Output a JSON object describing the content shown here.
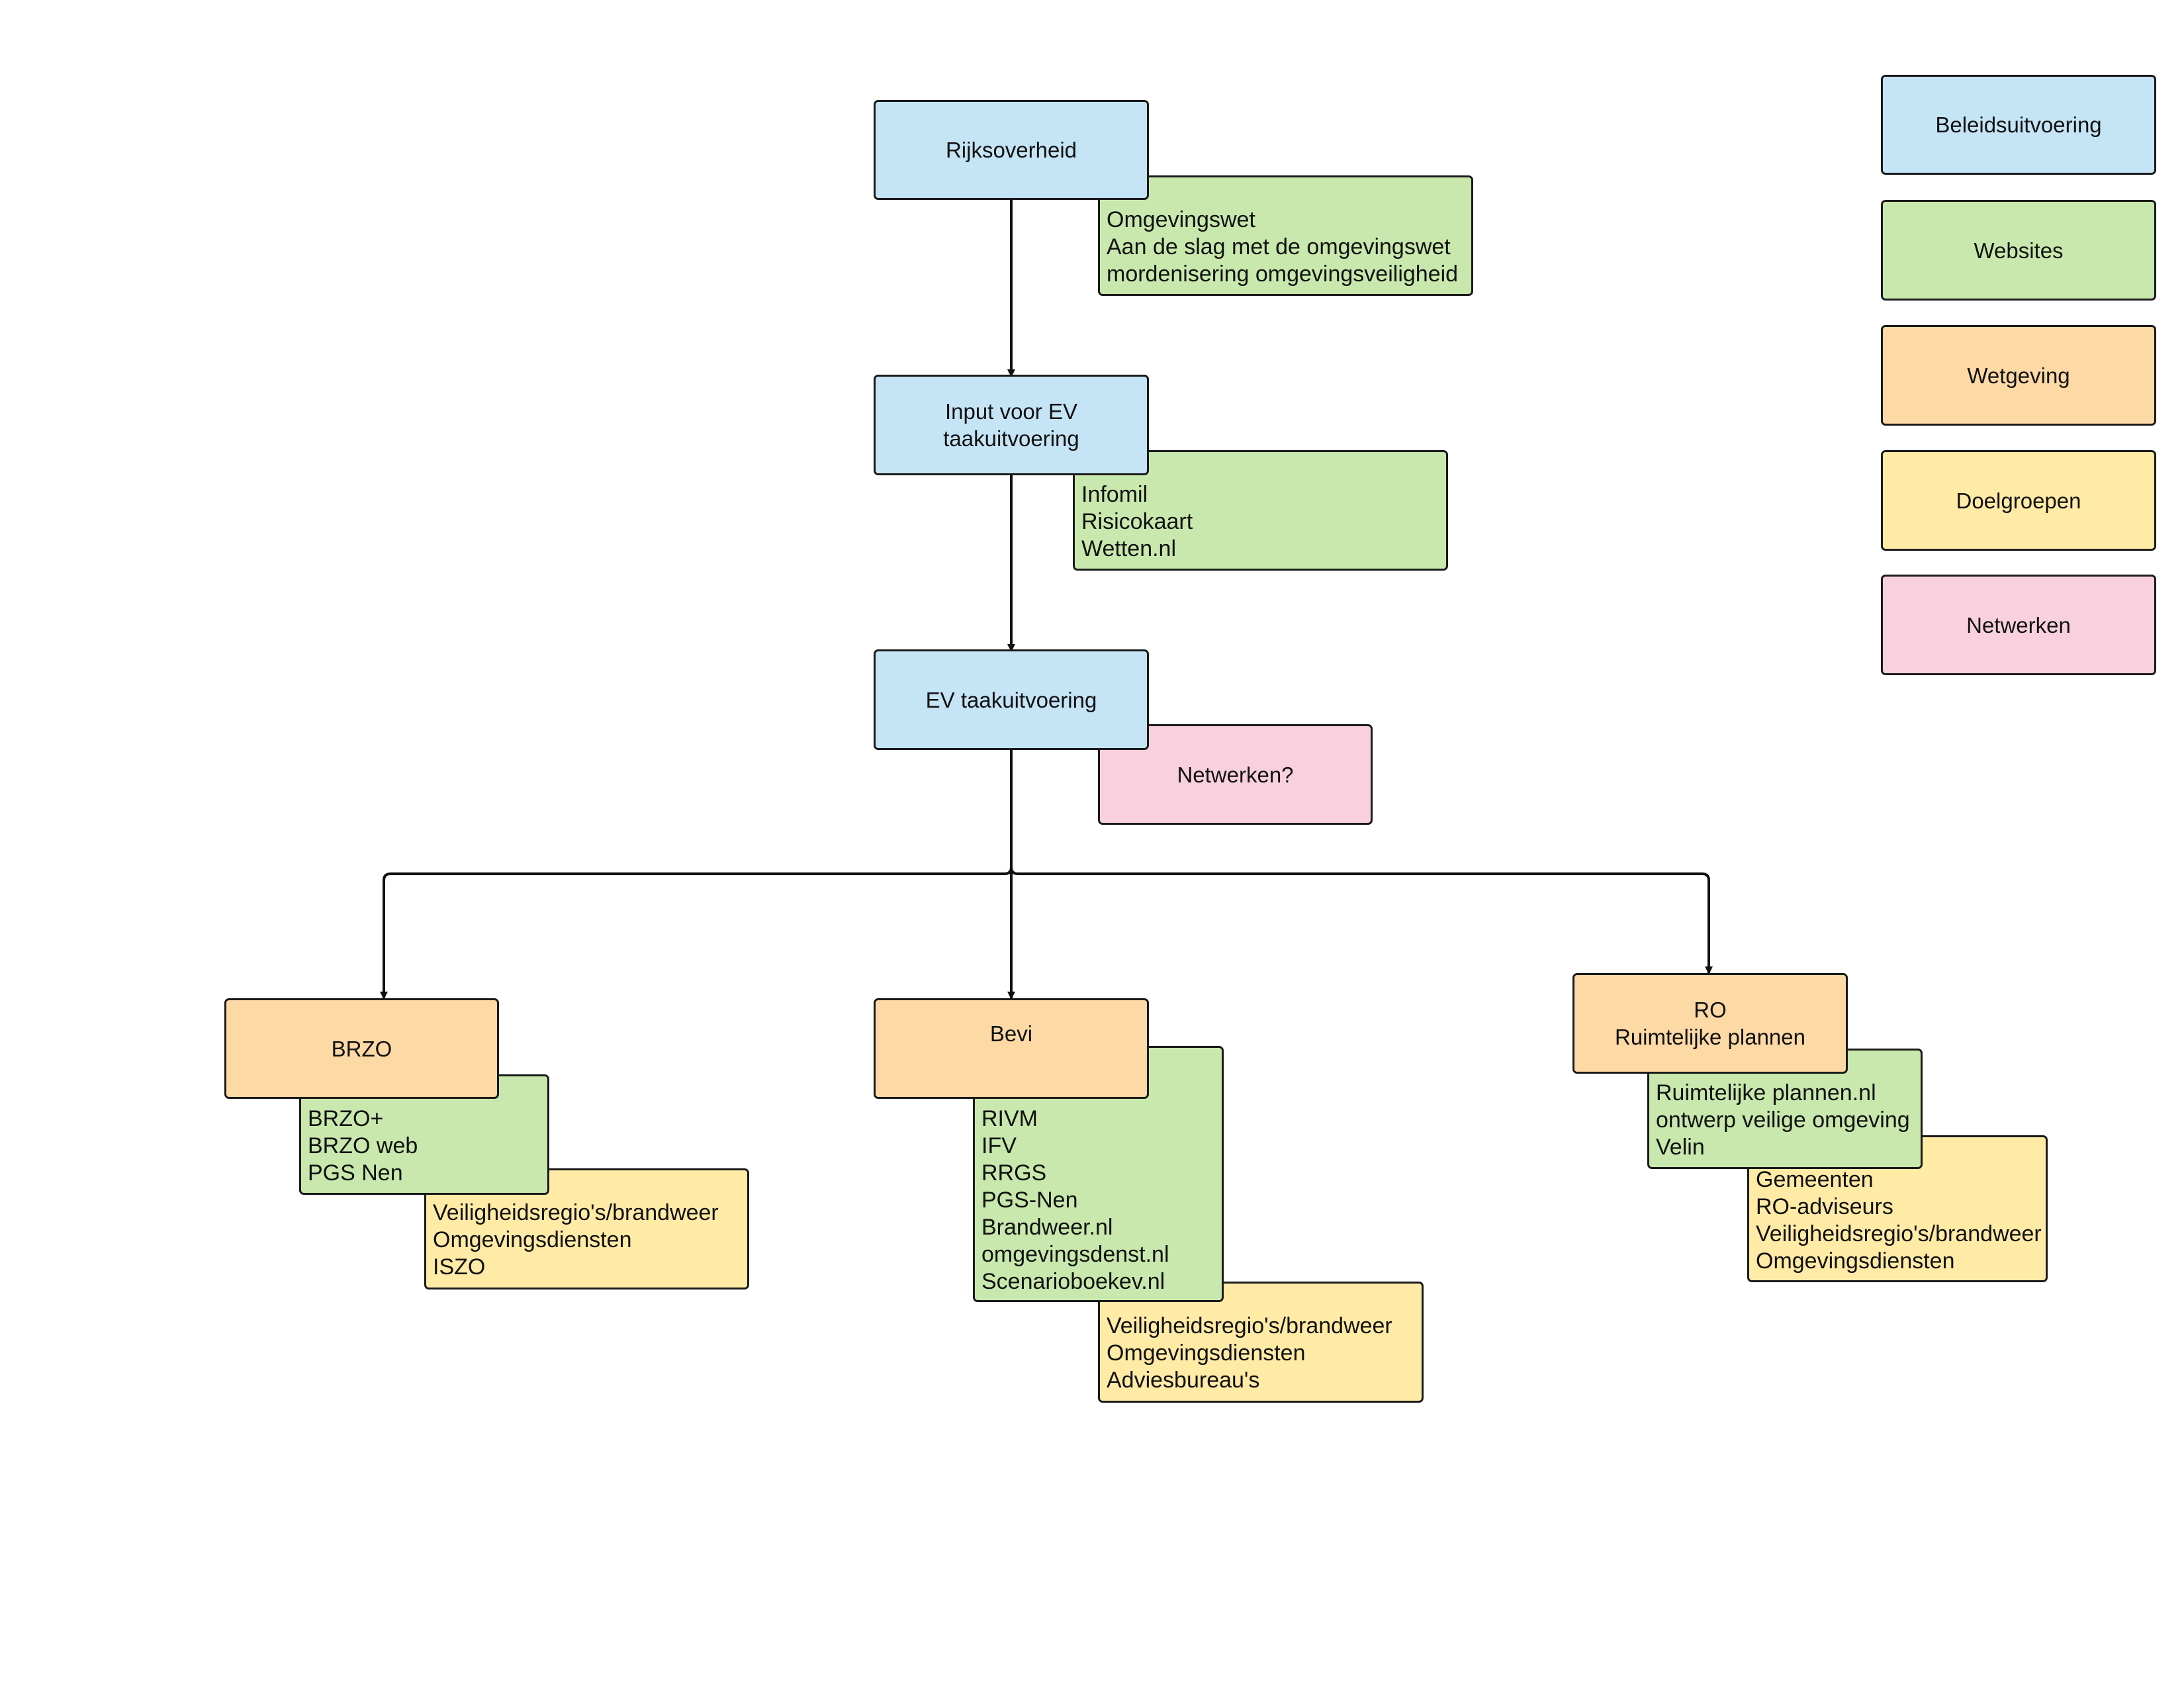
{
  "legend": {
    "items": [
      {
        "label": "Beleidsuitvoering",
        "color": "#c5e4f5"
      },
      {
        "label": "Websites",
        "color": "#c8e8ad"
      },
      {
        "label": "Wetgeving",
        "color": "#fdd9a6"
      },
      {
        "label": "Doelgroepen",
        "color": "#ffeaa6"
      },
      {
        "label": "Netwerken",
        "color": "#f9d1de"
      }
    ]
  },
  "nodes": {
    "rijksoverheid": "Rijksoverheid",
    "input_ev": "Input voor EV\ntaakuitvoering",
    "ev_taakuitvoering": "EV taakuitvoering",
    "netwerken_q": "Netwerken?",
    "brzo": "BRZO",
    "bevi": "Bevi",
    "ro": "RO\nRuimtelijke plannen"
  },
  "lists": {
    "rijks_websites": [
      "Omgevingswet",
      "Aan de slag met de omgevingswet",
      "mordenisering omgevingsveiligheid"
    ],
    "input_websites": [
      "Infomil",
      "Risicokaart",
      "Wetten.nl"
    ],
    "brzo_websites": [
      "BRZO+",
      "BRZO web",
      "PGS Nen"
    ],
    "brzo_doelgroepen": [
      "Veiligheidsregio's/brandweer",
      "Omgevingsdiensten",
      "ISZO"
    ],
    "bevi_websites": [
      "RIVM",
      "IFV",
      "RRGS",
      "PGS-Nen",
      "Brandweer.nl",
      "omgevingsdenst.nl",
      "Scenarioboekev.nl"
    ],
    "bevi_doelgroepen": [
      "Veiligheidsregio's/brandweer",
      "Omgevingsdiensten",
      "Adviesbureau's"
    ],
    "ro_websites": [
      "Ruimtelijke plannen.nl",
      "ontwerp veilige omgeving",
      "Velin"
    ],
    "ro_doelgroepen": [
      "Gemeenten",
      "RO-adviseurs",
      "Veiligheidsregio's/brandweer",
      "Omgevingsdiensten"
    ]
  }
}
